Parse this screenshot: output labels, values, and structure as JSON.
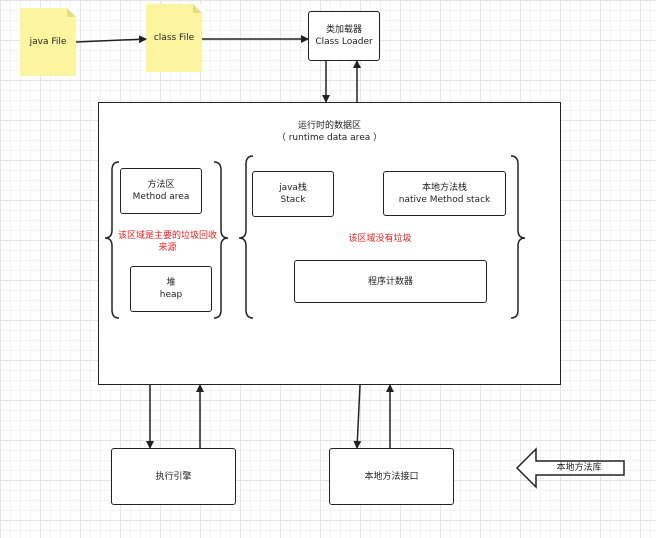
{
  "notes": {
    "java_file": "java File",
    "class_file": "class File"
  },
  "class_loader": {
    "line1": "类加载器",
    "line2": "Class Loader"
  },
  "runtime_area": {
    "title": "运行时的数据区",
    "subtitle": "（ runtime data area ）"
  },
  "method_area": {
    "line1": "方法区",
    "line2": "Method area"
  },
  "heap": {
    "line1": "堆",
    "line2": "heap"
  },
  "gc_note": {
    "line1": "该区域是主要的垃圾回收",
    "line2": "来源"
  },
  "java_stack": {
    "line1": "java栈",
    "line2": "Stack"
  },
  "native_stack": {
    "line1": "本地方法栈",
    "line2": "native Method stack"
  },
  "no_gc_note": "该区域没有垃圾",
  "pc_register": "程序计数器",
  "execution_engine": "执行引擎",
  "native_interface": "本地方法接口",
  "native_library": "本地方法库",
  "colors": {
    "note_fill": "#fdf5a0",
    "annotation_red": "#e02020",
    "stroke": "#222222"
  }
}
